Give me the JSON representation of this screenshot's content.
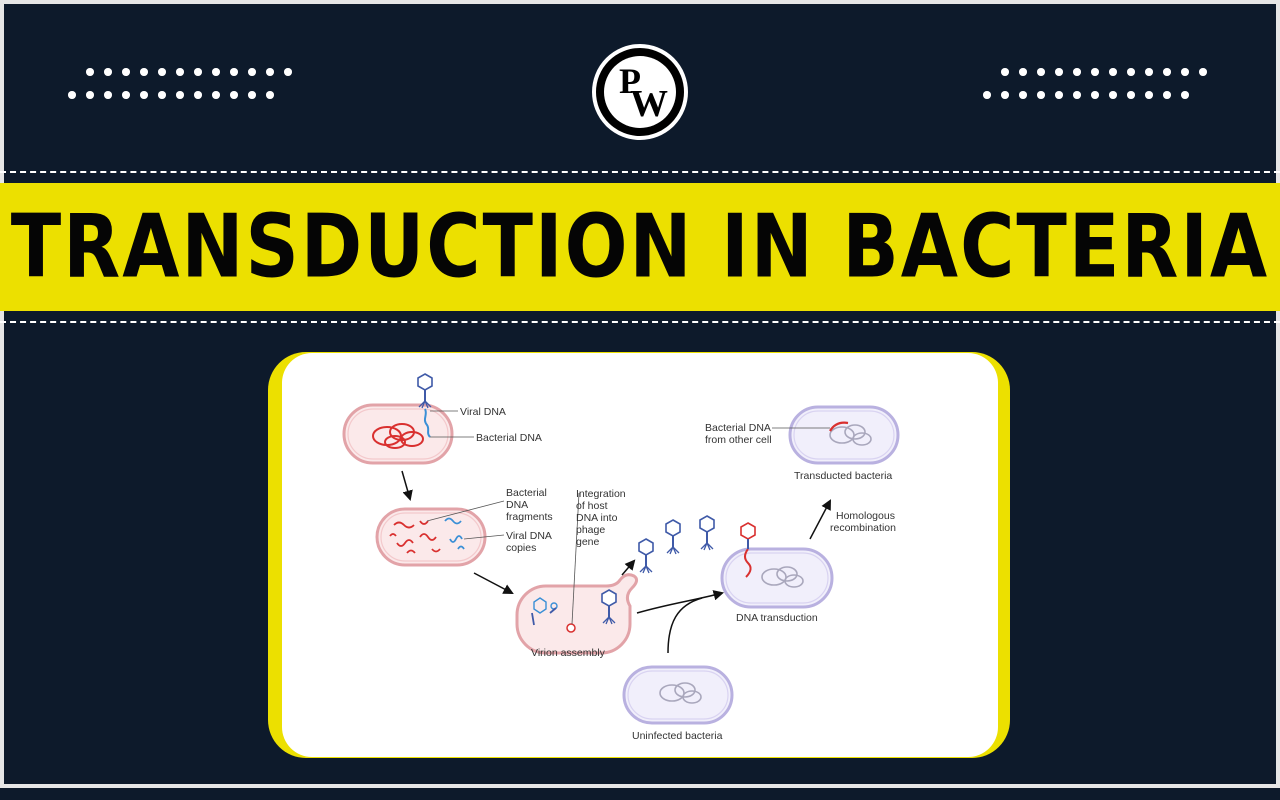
{
  "brand": {
    "logo_letter_1": "P",
    "logo_letter_2": "W"
  },
  "banner": {
    "title": "TRANSDUCTION IN BACTERIA"
  },
  "diagram": {
    "labels": {
      "viral_dna": "Viral DNA",
      "bacterial_dna": "Bacterial DNA",
      "bacterial_dna_fragments": [
        "Bacterial",
        "DNA",
        "fragments"
      ],
      "viral_dna_copies": [
        "Viral DNA",
        "copies"
      ],
      "integration": [
        "Integration",
        "of host",
        "DNA into",
        "phage",
        "gene"
      ],
      "virion_assembly": "Virion assembly",
      "uninfected_bacteria": "Uninfected bacteria",
      "dna_transduction": "DNA transduction",
      "homologous_recombination": [
        "Homologous",
        "recombination"
      ],
      "bacterial_dna_other_cell": [
        "Bacterial DNA",
        "from other cell"
      ],
      "transducted_bacteria": "Transducted bacteria"
    }
  },
  "colors": {
    "background": "#0d1a2b",
    "banner_yellow": "#ece000",
    "bacterial_dna_red": "#d9302f",
    "viral_dna_blue": "#3a8fd6",
    "phage_blue": "#3f5aa8",
    "infected_cell_fill": "#fbe9ea",
    "uninfected_cell_fill": "#f1effb"
  }
}
